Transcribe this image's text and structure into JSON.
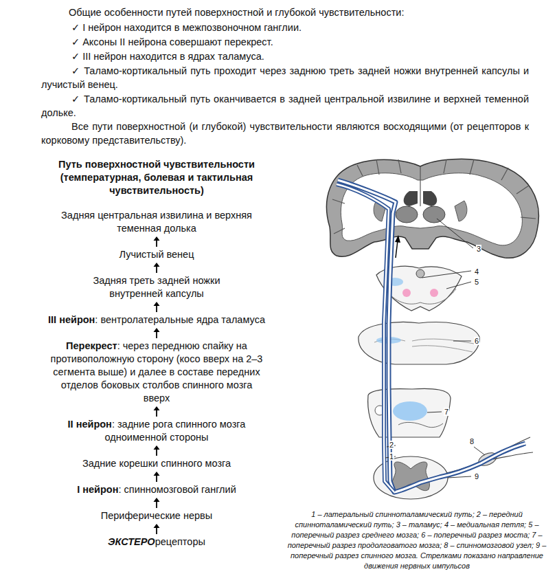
{
  "diagram": {
    "title": "Общие особенности путей поверхностной и глубокой чувствительности:",
    "caption": "1 – латеральный спинноталамический путь; 2 – передний спинноталамический путь; 3 – таламус; 4 – медиальная петля; 5 – поперечный разрез среднего мозга; 6 – поперечный разрез моста; 7 – поперечный разрез продолговатого мозга; 8 – спинномозговой узел; 9 – поперечный разрез спинного мозга. Стрелками показано направление движения нервных импульсов",
    "nodes": [
      {
        "text": [
          "Задняя центральная извилина и верхняя теменная долька"
        ]
      },
      {
        "text": [
          "Лучистый венец"
        ]
      },
      {
        "text": [
          "Задняя треть задней ножки внутренней капсулы"
        ]
      },
      {
        "text": [
          "III нейрон",
          ": вентролатеральные ядра таламуса"
        ]
      },
      {
        "text": [
          "Перекрест",
          ": через переднюю спайку на противоположную сторону (косо вверх на 2–3 сегмента выше) и далее в составе передних отделов боковых столбов спинного мозга вверх"
        ]
      },
      {
        "text": [
          "II нейрон",
          ": задние рога спинного мозга одноименной стороны"
        ]
      },
      {
        "text": [
          "Задние корешки спинного мозга"
        ]
      },
      {
        "text": [
          "I нейрон",
          ": спинномозговой ганглий"
        ]
      },
      {
        "text": [
          "Периферические нервы"
        ]
      },
      {
        "text": [
          "ЭКСТЕРО",
          "рецепторы"
        ]
      }
    ],
    "edges": [
      {
        "from": 1,
        "to": 0,
        "arrow": "to"
      },
      {
        "from": 2,
        "to": 1,
        "arrow": "to"
      },
      {
        "from": 3,
        "to": 2,
        "arrow": "to"
      },
      {
        "from": 4,
        "to": 3,
        "arrow": "to"
      },
      {
        "from": 5,
        "to": 4,
        "arrow": "to"
      },
      {
        "from": 6,
        "to": 5,
        "arrow": "to"
      },
      {
        "from": 7,
        "to": 6,
        "arrow": "to"
      },
      {
        "from": 8,
        "to": 7,
        "arrow": "to"
      },
      {
        "from": 9,
        "to": 8,
        "arrow": "to"
      }
    ],
    "labels": [
      "✓ I нейрон находится в межпозвоночном ганглии.",
      "✓ Аксоны II нейрона совершают перекрест.",
      "✓ III нейрон находится в ядрах таламуса.",
      "✓ Таламо-кортикальный путь проходит через заднюю треть задней ножки внутренней капсулы и лучистый венец.",
      "✓ Таламо-кортикальный путь оканчивается в задней центральной извилине и верхней теменной дольке.",
      "Все пути поверхностной (и глубокой) чувствительности являются восходящими (от рецепторов к корковому представительству).",
      "Путь поверхностной чувствительности (температурная, болевая и тактильная чувствительность)",
      "3",
      "4",
      "5",
      "6",
      "7",
      "2",
      "1",
      "8",
      "9"
    ]
  }
}
